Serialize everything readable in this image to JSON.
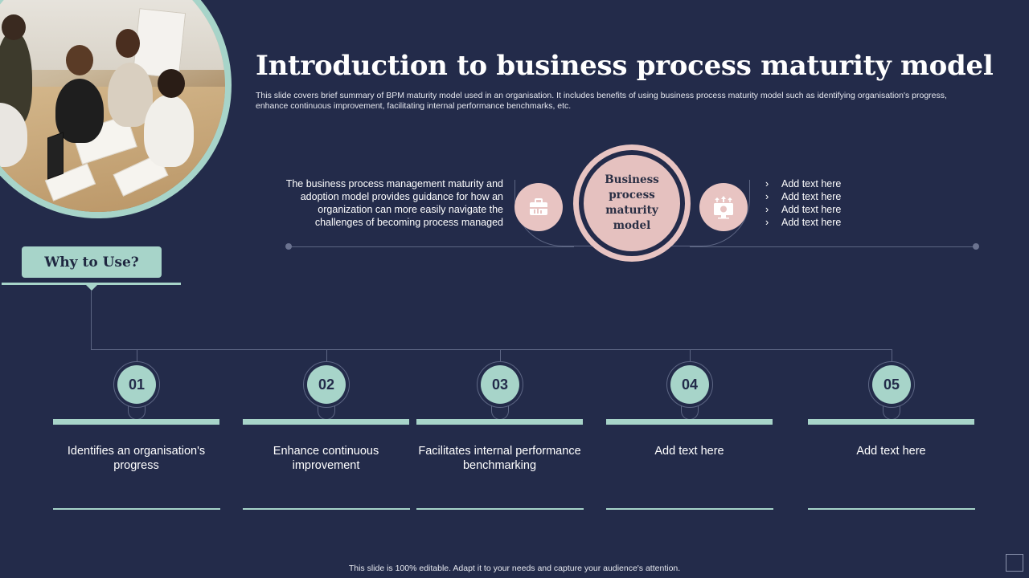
{
  "title": "Introduction to business process maturity model",
  "subtitle": "This slide covers brief summary of BPM maturity model used in an organisation. It includes benefits of using business process maturity model such as identifying organisation's progress, enhance continuous improvement, facilitating internal performance benchmarks, etc.",
  "center": {
    "label": "Business process maturity model",
    "left_text": "The business process management maturity and adoption model provides guidance for how an organization can more easily navigate the challenges of becoming process managed",
    "left_icon": "briefcase-icon",
    "right_icon": "monitor-growth-icon",
    "bullet_marker": "›",
    "bullets": [
      "Add text here",
      "Add text here",
      "Add text here",
      "Add text here"
    ]
  },
  "why": {
    "label": "Why to Use?"
  },
  "steps": [
    {
      "number": "01",
      "text": "Identifies an organisation's progress"
    },
    {
      "number": "02",
      "text": "Enhance continuous improvement"
    },
    {
      "number": "03",
      "text": "Facilitates internal performance benchmarking"
    },
    {
      "number": "04",
      "text": "Add text here"
    },
    {
      "number": "05",
      "text": "Add text here"
    }
  ],
  "footer": "This slide is 100% editable. Adapt it to your needs and capture your audience's attention.",
  "colors": {
    "background": "#232b4a",
    "mint": "#a7d4c9",
    "pink": "#e8c4c2",
    "line": "#5d6684"
  }
}
